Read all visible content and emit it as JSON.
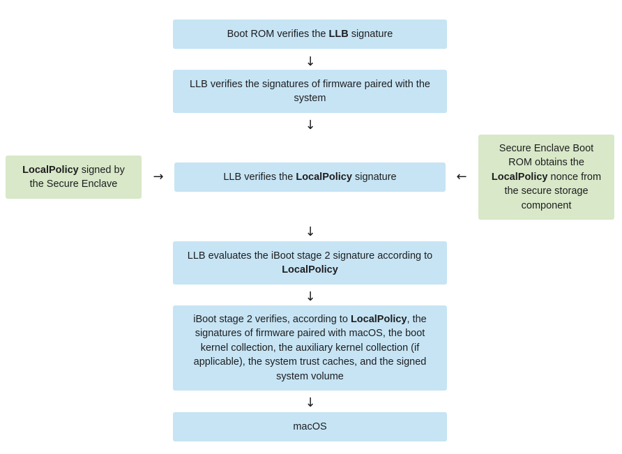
{
  "steps": [
    {
      "pre": "Boot ROM verifies the ",
      "bold": "LLB",
      "post": " signature"
    },
    {
      "pre": "LLB verifies the signatures of firmware paired with the system",
      "bold": "",
      "post": ""
    },
    {
      "pre": "LLB verifies the ",
      "bold": "LocalPolicy",
      "post": " signature"
    },
    {
      "pre": "LLB evaluates the iBoot stage 2 signature according to ",
      "bold": "LocalPolicy",
      "post": ""
    },
    {
      "pre": "iBoot stage 2 verifies, according to ",
      "bold": "LocalPolicy",
      "post": ", the signatures of firmware paired with macOS, the boot kernel collection, the auxiliary kernel collection (if applicable), the system trust caches, and the signed system volume"
    },
    {
      "pre": "macOS",
      "bold": "",
      "post": ""
    }
  ],
  "side_left": {
    "pre": "",
    "bold": "LocalPolicy",
    "post": " signed by the Secure Enclave"
  },
  "side_right": {
    "pre": "Secure Enclave Boot ROM obtains the ",
    "bold": "LocalPolicy",
    "post": " nonce from the secure storage component"
  },
  "arrows": {
    "down": "↓",
    "right": "→",
    "left": "←"
  },
  "colors": {
    "step_fill": "#c6e4f4",
    "side_fill": "#d8e8c8",
    "text": "#1d1d1f"
  }
}
